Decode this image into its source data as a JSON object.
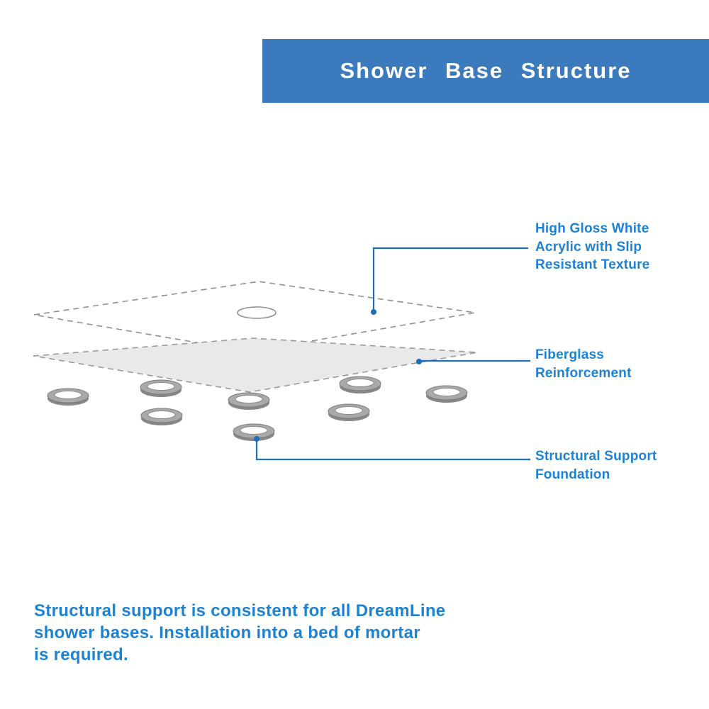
{
  "header": {
    "title": "Shower Base Structure"
  },
  "diagram": {
    "callouts": {
      "acrylic": "High Gloss White\nAcrylic with Slip\nResistant Texture",
      "fiberglass": "Fiberglass\nReinforcement",
      "support": "Structural Support\nFoundation"
    }
  },
  "footer": {
    "text": "Structural support is consistent for all DreamLine\nshower bases. Installation into a bed of mortar\nis required."
  },
  "colors": {
    "banner_blue": "#3a7abd",
    "accent_blue": "#1e82d2",
    "line_blue": "#1d6fbe",
    "layer_gray": "#e9e9e9",
    "ring_gray": "#a9a9a9"
  }
}
